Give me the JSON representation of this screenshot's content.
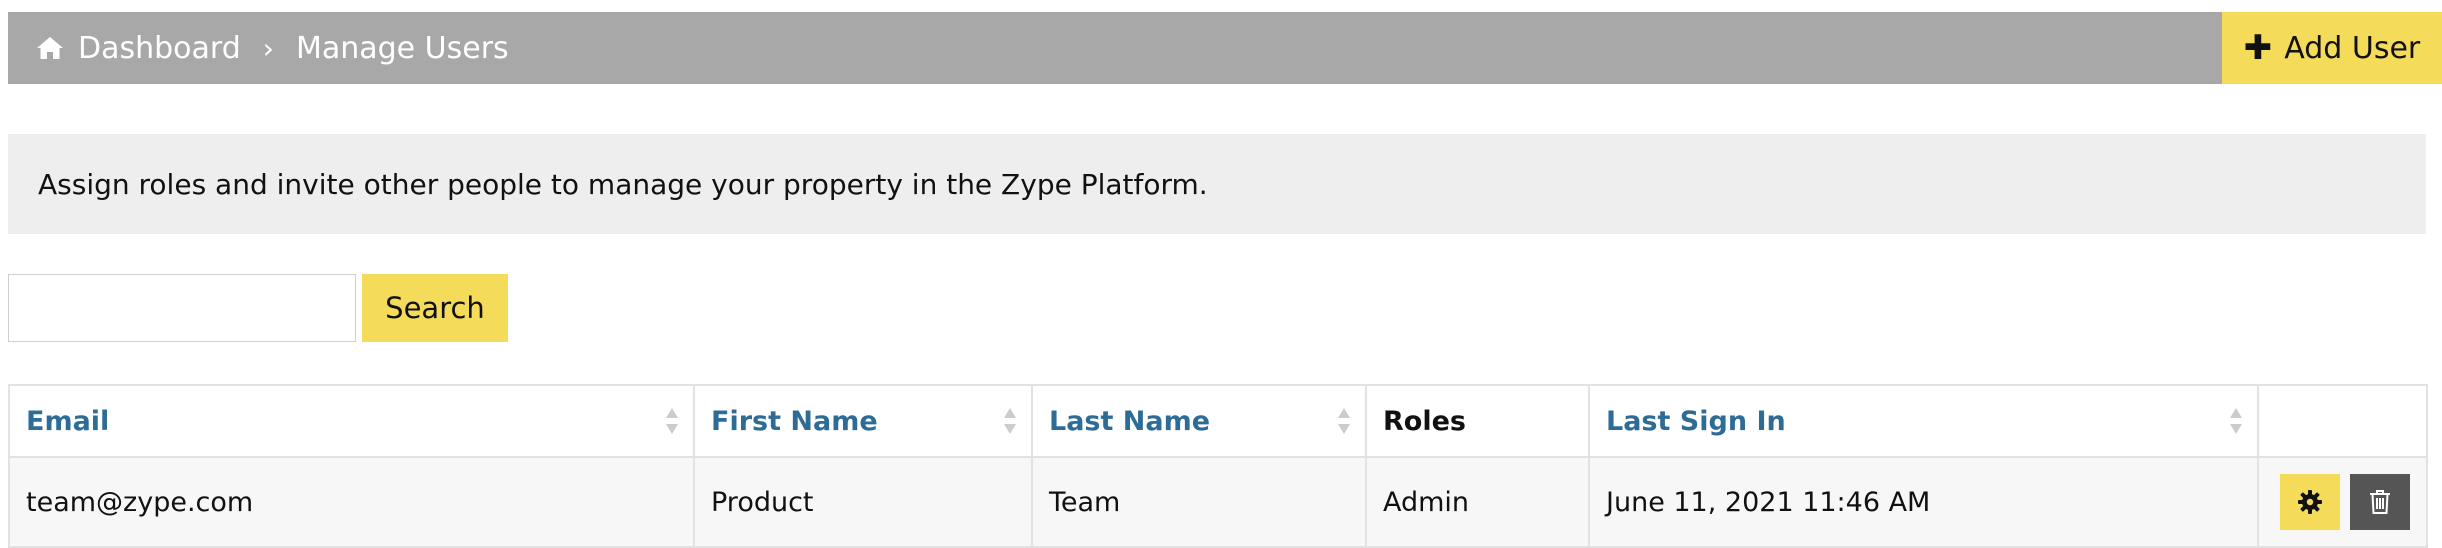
{
  "breadcrumb": {
    "home_label": "Dashboard",
    "separator": "›",
    "current": "Manage Users"
  },
  "header": {
    "add_user_label": "Add User"
  },
  "notice": {
    "text": "Assign roles and invite other people to manage your property in the Zype Platform."
  },
  "search": {
    "placeholder": "",
    "value": "",
    "button_label": "Search"
  },
  "table": {
    "columns": [
      "Email",
      "First Name",
      "Last Name",
      "Roles",
      "Last Sign In",
      ""
    ],
    "rows": [
      {
        "email": "team@zype.com",
        "first_name": "Product",
        "last_name": "Team",
        "roles": "Admin",
        "last_sign_in": "June 11, 2021 11:46 AM"
      }
    ]
  },
  "colors": {
    "header_bar": "#a8a8a8",
    "accent_yellow": "#f4dc5a",
    "link_blue": "#2e6c98",
    "notice_bg": "#eeeeee",
    "delete_button": "#555555"
  },
  "icons": {
    "home": "home-icon",
    "add": "plus-icon",
    "sort": "sort-icon",
    "settings": "gear-icon",
    "delete": "trash-icon"
  }
}
